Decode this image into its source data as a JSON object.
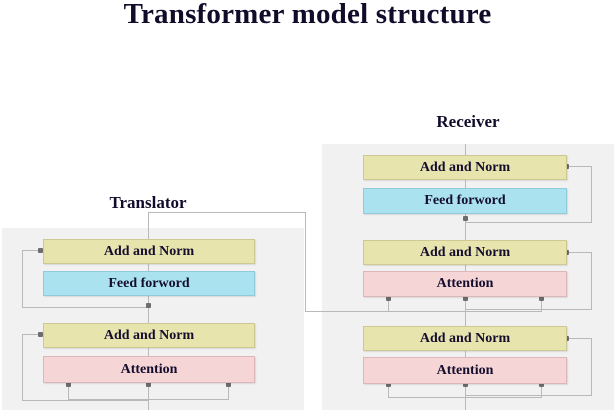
{
  "title": "Transformer model structure",
  "sections": [
    {
      "id": "translator",
      "caption": "Translator",
      "blocks": [
        {
          "label": "Add and Norm",
          "color_name": "yellow",
          "hex": "#e8e4ae"
        },
        {
          "label": "Feed forword",
          "color_name": "cyan",
          "hex": "#aae2ef"
        },
        {
          "label": "Add and Norm",
          "color_name": "yellow",
          "hex": "#e8e4ae"
        },
        {
          "label": "Attention",
          "color_name": "pink",
          "hex": "#f5d5d6"
        }
      ]
    },
    {
      "id": "receiver",
      "caption": "Receiver",
      "blocks": [
        {
          "label": "Add and Norm",
          "color_name": "yellow",
          "hex": "#e8e4ae"
        },
        {
          "label": "Feed forword",
          "color_name": "cyan",
          "hex": "#aae2ef"
        },
        {
          "label": "Add and Norm",
          "color_name": "yellow",
          "hex": "#e8e4ae"
        },
        {
          "label": "Attention",
          "color_name": "pink",
          "hex": "#f5d5d6"
        },
        {
          "label": "Add and Norm",
          "color_name": "yellow",
          "hex": "#e8e4ae"
        },
        {
          "label": "Attention",
          "color_name": "pink",
          "hex": "#f5d5d6"
        }
      ]
    }
  ],
  "colors": {
    "panel_background": "#f1f1f1",
    "page_background": "#ffffff",
    "wire": "#b9b9b9",
    "arrowhead": "#6d6d6d",
    "text": "#100c2a"
  }
}
